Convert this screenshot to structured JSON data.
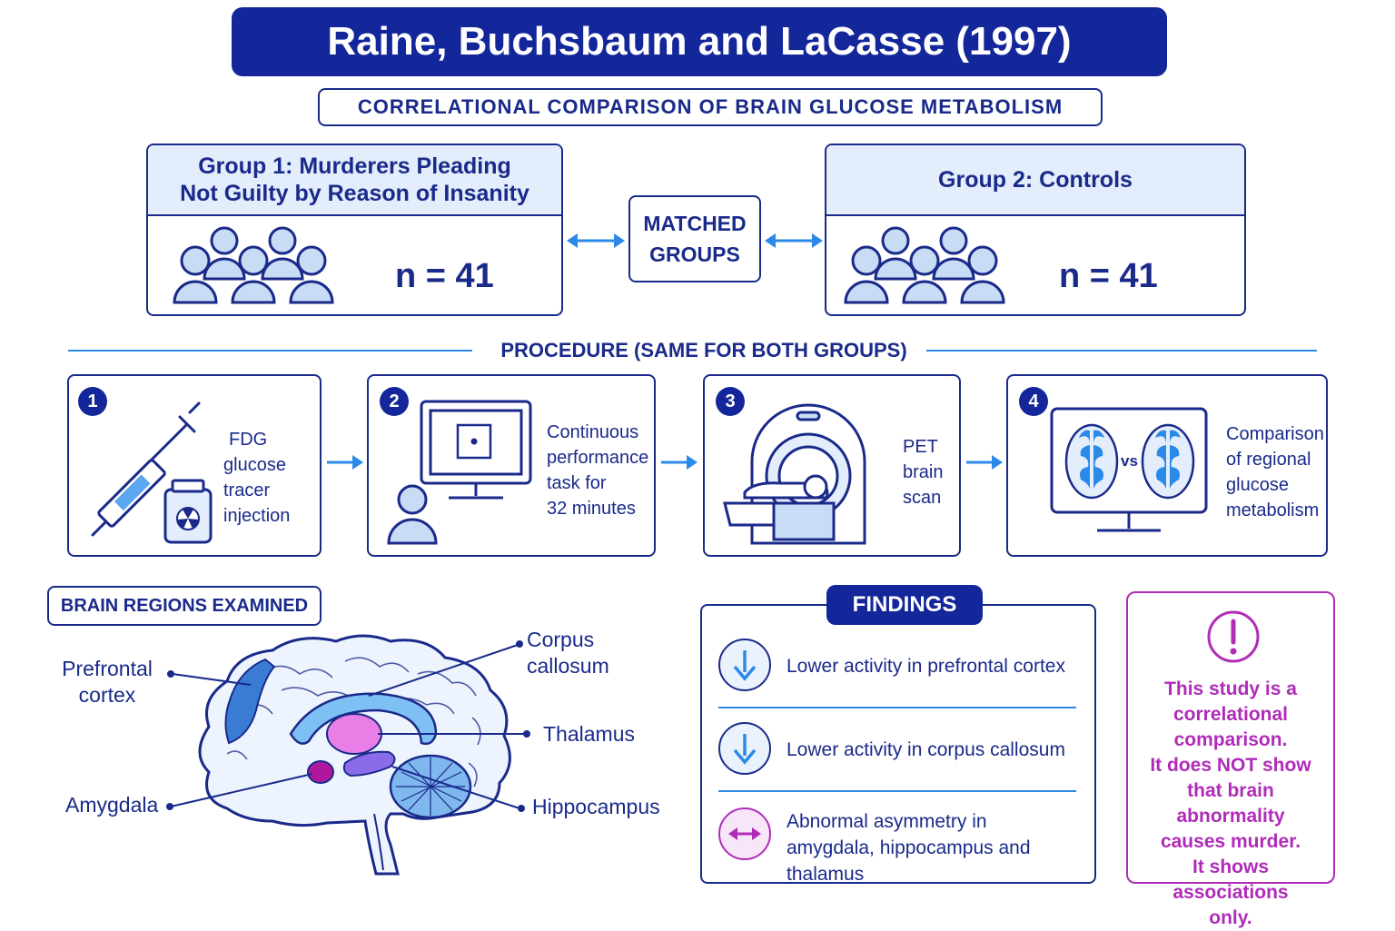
{
  "title": "Raine, Buchsbaum and LaCasse (1997)",
  "subtitle": "CORRELATIONAL COMPARISON OF BRAIN GLUCOSE METABOLISM",
  "group1": {
    "title_line1": "Group 1:  Murderers Pleading",
    "title_line2": "Not Guilty by Reason of Insanity",
    "n": "n = 41"
  },
  "group2": {
    "title": "Group 2: Controls",
    "n": "n = 41"
  },
  "matched": {
    "line1": "MATCHED",
    "line2": "GROUPS"
  },
  "procedure": {
    "title": "PROCEDURE (SAME FOR BOTH GROUPS)",
    "steps": [
      {
        "num": "1",
        "lines": [
          "FDG",
          "glucose",
          "tracer",
          "injection"
        ]
      },
      {
        "num": "2",
        "lines": [
          "Continuous",
          "performance",
          "task for",
          "32 minutes"
        ]
      },
      {
        "num": "3",
        "lines": [
          "PET",
          "brain",
          "scan"
        ]
      },
      {
        "num": "4",
        "lines": [
          "Comparison",
          "of regional",
          "glucose",
          "metabolism"
        ],
        "vs": "vs"
      }
    ]
  },
  "brain_regions": {
    "title": "BRAIN REGIONS EXAMINED",
    "prefrontal": [
      "Prefrontal",
      "cortex"
    ],
    "corpus": [
      "Corpus",
      "callosum"
    ],
    "thalamus": "Thalamus",
    "amygdala": "Amygdala",
    "hippocampus": "Hippocampus"
  },
  "findings": {
    "title": "FINDINGS",
    "items": [
      {
        "icon": "down-arrow-icon",
        "lines": [
          "Lower activity in prefrontal cortex"
        ]
      },
      {
        "icon": "down-arrow-icon",
        "lines": [
          "Lower activity in corpus callosum"
        ]
      },
      {
        "icon": "double-arrow-icon",
        "lines": [
          "Abnormal asymmetry in",
          "amygdala, hippocampus and thalamus"
        ]
      }
    ]
  },
  "warning": {
    "icon": "exclamation-icon",
    "lines": [
      "This study is a",
      "correlational",
      "comparison.",
      "It does NOT show",
      "that brain abnormality",
      "causes murder.",
      "It shows associations",
      "only."
    ]
  },
  "colors": {
    "navy": "#13269a",
    "accent_blue": "#2b8ae8",
    "light_blue": "#e3edfb",
    "magenta": "#b02cb8"
  }
}
